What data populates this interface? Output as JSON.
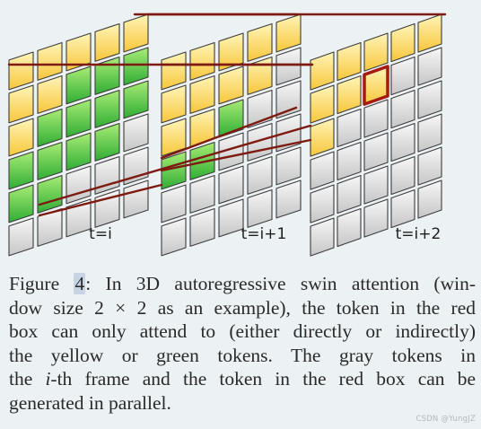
{
  "figure": {
    "frames": [
      {
        "label": "t=i",
        "rows": [
          [
            "yellow",
            "yellow",
            "yellow",
            "yellow",
            "yellow"
          ],
          [
            "yellow",
            "yellow",
            "green",
            "green",
            "green"
          ],
          [
            "yellow",
            "green",
            "green",
            "green",
            "green"
          ],
          [
            "green",
            "green",
            "green",
            "green",
            "gray"
          ],
          [
            "green",
            "green",
            "gray",
            "gray",
            "gray"
          ],
          [
            "gray",
            "gray",
            "gray",
            "gray",
            "gray"
          ]
        ]
      },
      {
        "label": "t=i+1",
        "rows": [
          [
            "yellow",
            "yellow",
            "yellow",
            "yellow",
            "yellow"
          ],
          [
            "yellow",
            "yellow",
            "yellow",
            "yellow",
            "gray"
          ],
          [
            "yellow",
            "yellow",
            "green",
            "gray",
            "gray"
          ],
          [
            "green",
            "green",
            "gray",
            "gray",
            "gray"
          ],
          [
            "gray",
            "gray",
            "gray",
            "gray",
            "gray"
          ],
          [
            "gray",
            "gray",
            "gray",
            "gray",
            "gray"
          ]
        ]
      },
      {
        "label": "t=i+2",
        "rows": [
          [
            "yellow",
            "yellow",
            "yellow",
            "yellow",
            "yellow"
          ],
          [
            "yellow",
            "yellow",
            "red",
            "gray",
            "gray"
          ],
          [
            "yellow",
            "gray",
            "gray",
            "gray",
            "gray"
          ],
          [
            "gray",
            "gray",
            "gray",
            "gray",
            "gray"
          ],
          [
            "gray",
            "gray",
            "gray",
            "gray",
            "gray"
          ],
          [
            "gray",
            "gray",
            "gray",
            "gray",
            "gray"
          ]
        ]
      }
    ],
    "colors": {
      "yellow_top": "#fff4b8",
      "yellow_bottom": "#f7c73b",
      "green_top": "#a8ec75",
      "green_bottom": "#2fad35",
      "gray_top": "#f7f7f7",
      "gray_bottom": "#c6c6c6",
      "tile_border": "#3c3c3c",
      "red_box": "#a61a12",
      "window_line": "#7d1a12",
      "background": "#ecf1f3"
    }
  },
  "caption": {
    "line1_prefix": "Figure ",
    "figure_number": "4",
    "line1_suffix": ": In 3D autoregressive swin attention (win-",
    "line2": "dow size 2 × 2 as an example), the token in the red",
    "line3": "box can only attend to (either directly or indirectly)",
    "line4": "the yellow or green tokens.  The gray tokens in",
    "line5_prefix": "the ",
    "line5_italic": "i",
    "line5_suffix": "-th frame and the token in the red box can be",
    "line6": "generated in parallel."
  },
  "watermark": "CSDN @YungJZ"
}
